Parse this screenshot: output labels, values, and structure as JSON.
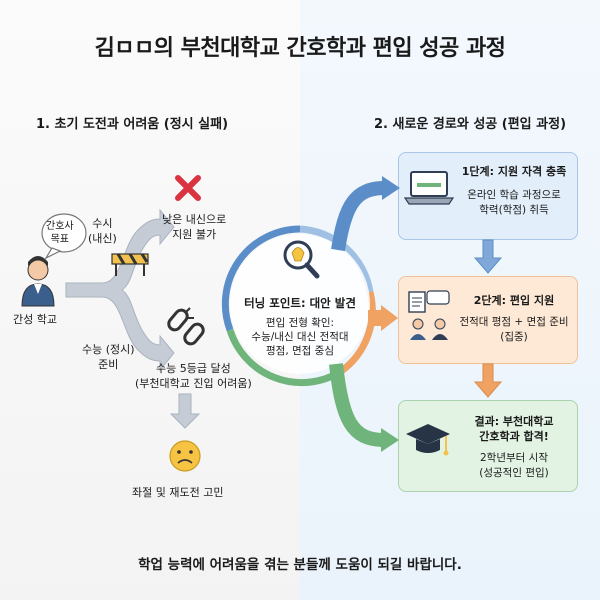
{
  "title": "김ㅁㅁ의 부천대학교 간호학과 편입 성공 과정",
  "left": {
    "heading": "1. 초기 도전과 어려움 (정시 실패)",
    "bubble_line1": "간호사",
    "bubble_line2": "목표",
    "student_label": "간성 학교",
    "susi_line1": "수시",
    "susi_line2": "(내신)",
    "susi_result_line1": "낮은 내신으로",
    "susi_result_line2": "지원 불가",
    "suneung_line1": "수능 (정시)",
    "suneung_line2": "준비",
    "suneung_result_line1": "수능 5등급 달성",
    "suneung_result_line2": "(부천대학교 진입 어려움)",
    "frustration": "좌절 및 재도전 고민"
  },
  "center": {
    "title": "터닝 포인트: 대안 발견",
    "line1": "편입 전형 확인:",
    "line2": "수능/내신 대신 전적대",
    "line3": "평점, 면접 중심"
  },
  "right": {
    "heading": "2. 새로운 경로와 성공 (편입 과정)",
    "step1_title": "1단계: 지원 자격 충족",
    "step1_line1": "온라인 학습 과정으로",
    "step1_line2": "학력(학점) 취득",
    "step2_title": "2단계: 편입 지원",
    "step2_line1": "전적대 평점 + 면접 준비",
    "step2_line2": "(집중)",
    "result_line1": "결과: 부천대학교",
    "result_line2": "간호학과 합격!",
    "result_line3": "2학년부터 시작",
    "result_line4": "(성공적인 편입)"
  },
  "footer": "학업 능력에 어려움을 겪는 분들께 도움이 되길 바랍니다.",
  "colors": {
    "blue": "#5b8ec9",
    "orange": "#f0a262",
    "green": "#6fb47a",
    "gray_arrow": "#bcc3cc",
    "red_x": "#d9343f",
    "step1_bg": "#e2eefa",
    "step2_bg": "#fde9d6",
    "step3_bg": "#e3f3e3"
  }
}
